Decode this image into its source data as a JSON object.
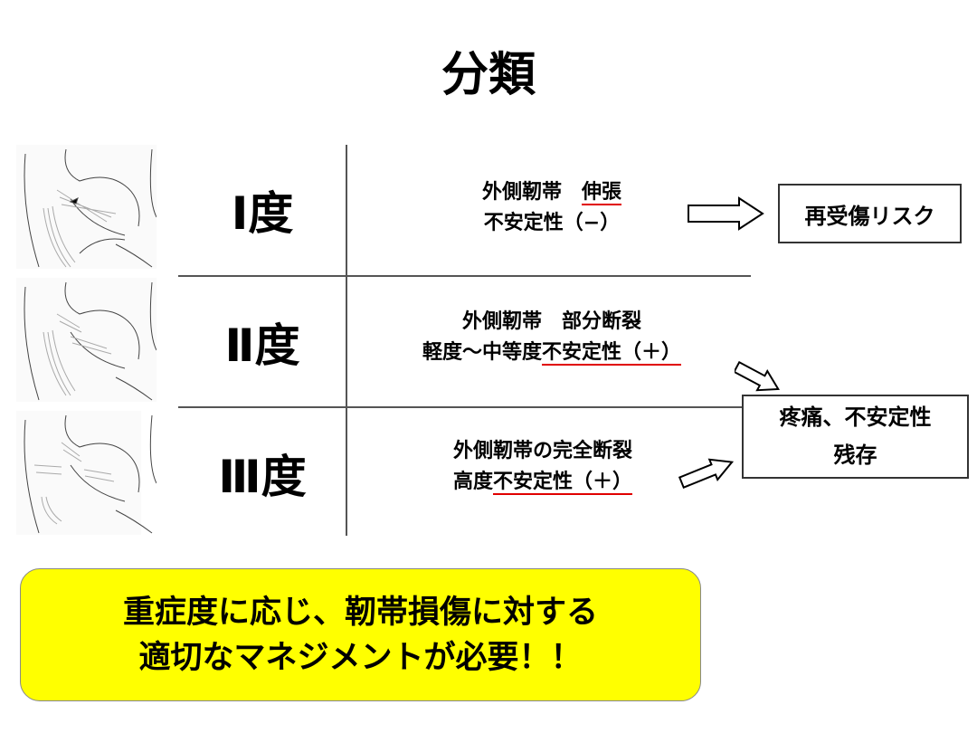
{
  "title": "分類",
  "grades": [
    {
      "label": "Ⅰ度",
      "line1_a": "外側靭帯　",
      "line1_b": "伸張",
      "line2_a": "不安定性（−）",
      "line2_b": ""
    },
    {
      "label": "Ⅱ度",
      "line1_a": "外側靭帯　部分断裂",
      "line1_b": "",
      "line2_a": "軽度～中等度",
      "line2_b": "不安定性（＋）"
    },
    {
      "label": "Ⅲ度",
      "line1_a": "外側靭帯の完全断裂",
      "line1_b": "",
      "line2_a": "高度",
      "line2_b": "不安定性（＋）"
    }
  ],
  "outcomes": {
    "risk": "再受傷リスク",
    "residual_line1": "疼痛、不安定性",
    "residual_line2": "残存"
  },
  "note": {
    "line1": "重症度に応じ、靭帯損傷に対する",
    "line2": "適切なマネジメントが必要！！"
  },
  "colors": {
    "highlight": "#ffff00",
    "underline": "#e00000"
  }
}
